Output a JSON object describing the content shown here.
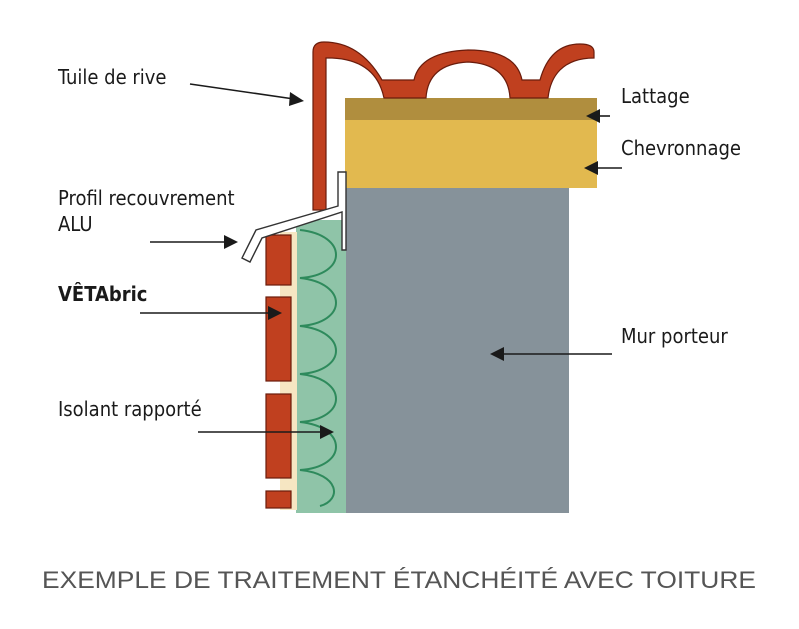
{
  "labels": {
    "tuile_de_rive": "Tuile de rive",
    "profil_line1": "Profil recouvrement",
    "profil_line2": "ALU",
    "vetabric": "VÊTAbric",
    "isolant": "Isolant rapporté",
    "lattage": "Lattage",
    "chevronnage": "Chevronnage",
    "mur_porteur": "Mur porteur"
  },
  "caption": "EXEMPLE DE TRAITEMENT ÉTANCHÉITÉ AVEC TOITURE",
  "colors": {
    "tile": "#c0401f",
    "tile_outline": "#6a1c0c",
    "lattage": "#b08e3e",
    "chevronnage": "#e2b94f",
    "wall": "#86929a",
    "insulation": "#8fc4a8",
    "insulation_wave": "#2e8a5c",
    "backing": "#f6e6c2",
    "aluminium": "#ffffff"
  }
}
